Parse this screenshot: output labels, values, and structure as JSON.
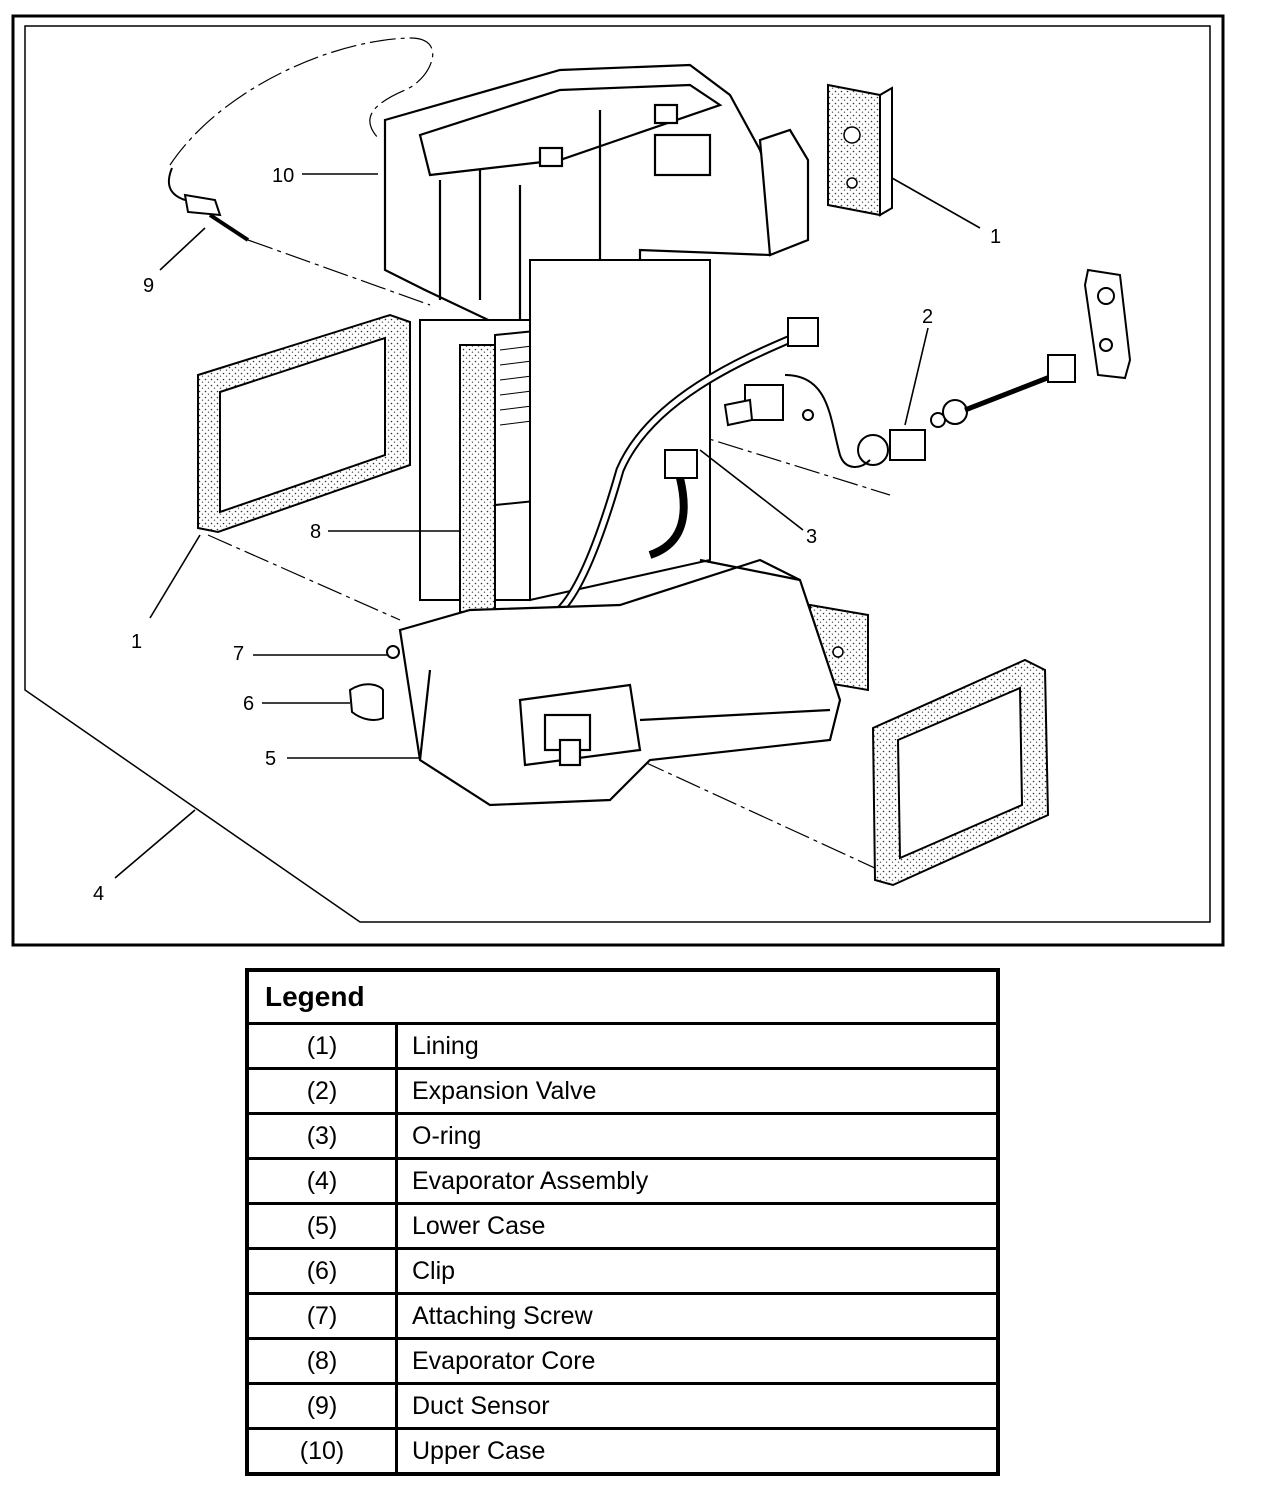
{
  "callouts": [
    "1",
    "2",
    "3",
    "1",
    "4",
    "5",
    "6",
    "7",
    "8",
    "9",
    "10"
  ],
  "legend": {
    "title": "Legend",
    "rows": [
      {
        "num": "(1)",
        "desc": "Lining"
      },
      {
        "num": "(2)",
        "desc": "Expansion Valve"
      },
      {
        "num": "(3)",
        "desc": "O-ring"
      },
      {
        "num": "(4)",
        "desc": "Evaporator Assembly"
      },
      {
        "num": "(5)",
        "desc": "Lower Case"
      },
      {
        "num": "(6)",
        "desc": "Clip"
      },
      {
        "num": "(7)",
        "desc": "Attaching Screw"
      },
      {
        "num": "(8)",
        "desc": "Evaporator Core"
      },
      {
        "num": "(9)",
        "desc": "Duct Sensor"
      },
      {
        "num": "(10)",
        "desc": "Upper Case"
      }
    ]
  }
}
